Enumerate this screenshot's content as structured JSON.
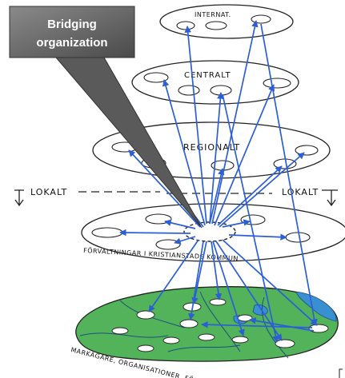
{
  "callout": {
    "line1": "Bridging",
    "line2": "organization"
  },
  "levels": {
    "international": "INTERNAT.",
    "central": "CENTRALT",
    "regional": "REGIONALT",
    "local_left": "LOKALT",
    "local_right": "LOKALT",
    "municipal": "FÖRVALTNINGAR I KRISTIANSTADS KOMMUN",
    "ground": "MARKÄGARE, ORGANISATIONER, FÖRETAG MFL"
  },
  "colors": {
    "arrow": "#2c5fd6",
    "callout_bg": "#6b6b6b",
    "land": "#52b35a",
    "water": "#3a8fd0"
  }
}
